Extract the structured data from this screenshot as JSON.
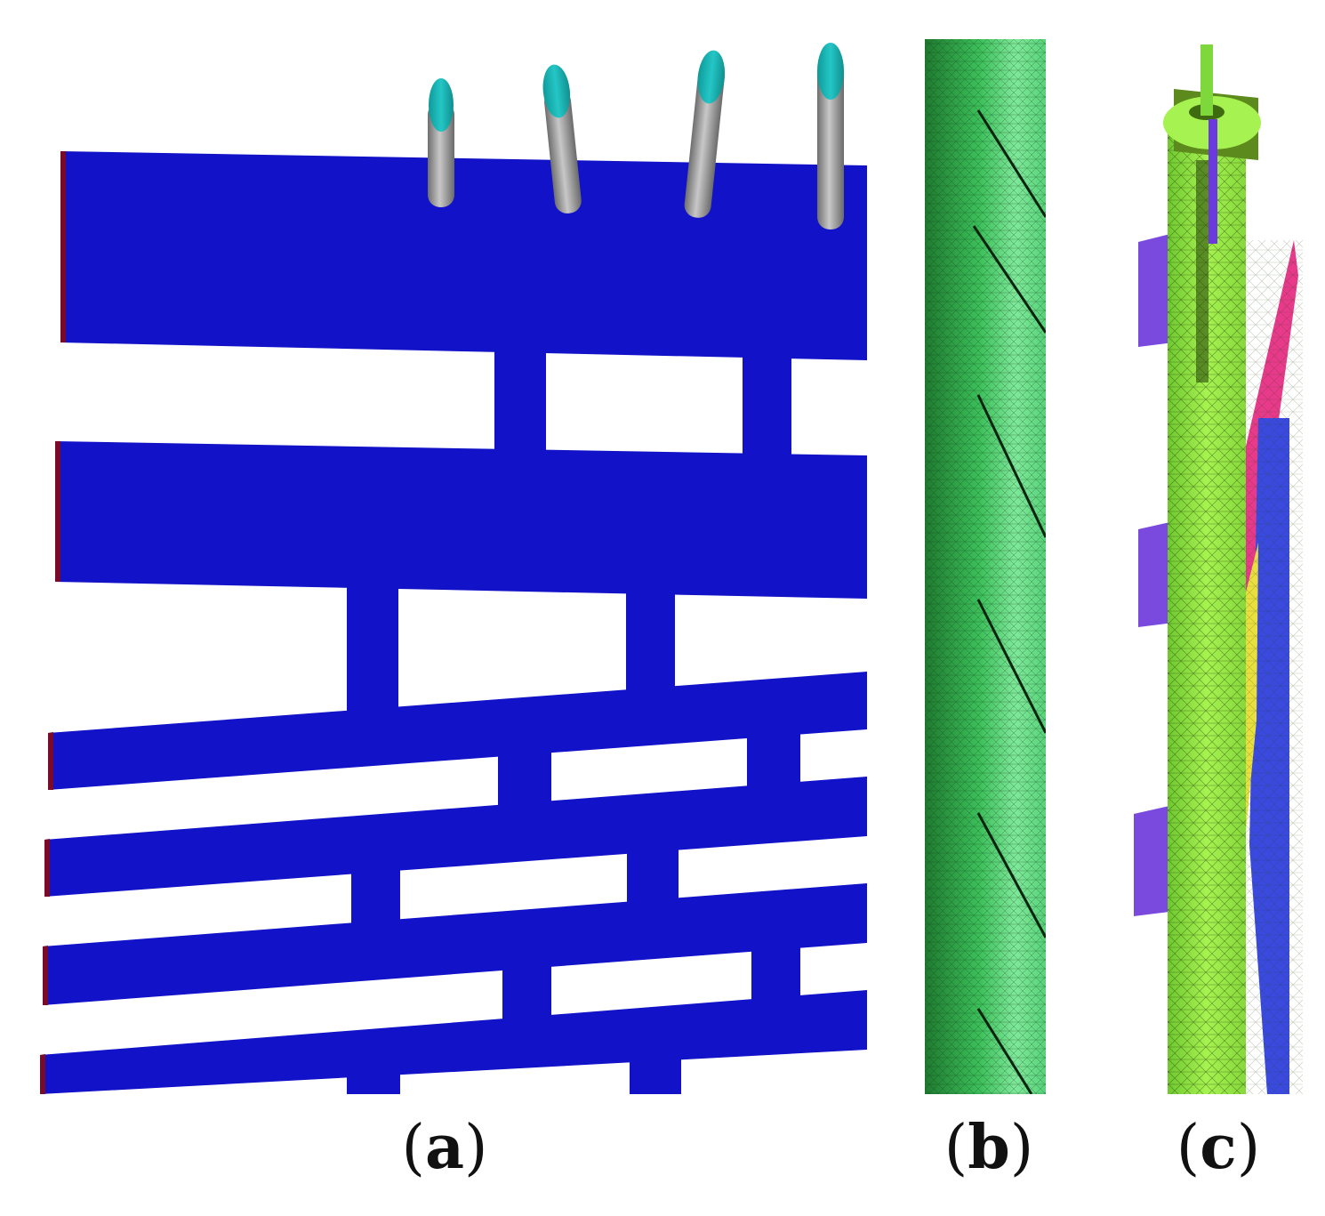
{
  "captions": {
    "a": "(a)",
    "b": "(b)",
    "c": "(c)"
  },
  "colors": {
    "plate_blue": "#1212c8",
    "plate_edge": "#7a0a2a",
    "rod_gray": "#9a9a9a",
    "rod_tip": "#19b3b3",
    "tube_green": "#3cbf5a",
    "tube_light": "#7fe89a",
    "inner_lime": "#9ef04a",
    "fin_purple": "#7a4adf",
    "fin_magenta": "#e83a8a",
    "fin_yellow": "#e9e040",
    "fin_blue": "#3a4adf"
  }
}
